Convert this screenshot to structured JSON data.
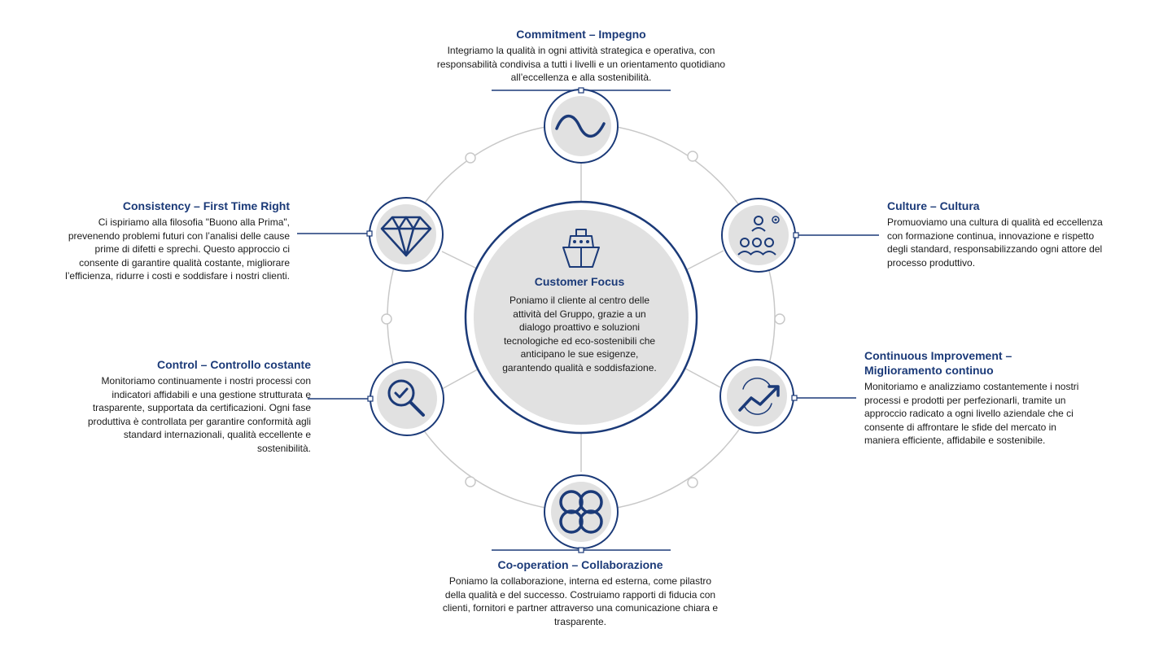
{
  "colors": {
    "navy": "#1b3a78",
    "ring": "#c8c8c8",
    "icon_bg": "#e1e1e1",
    "text": "#1a1a1a"
  },
  "center": {
    "icon": "ship-icon",
    "title": "Customer Focus",
    "desc": "Poniamo il cliente al centro delle attività del Gruppo, grazie a un dialogo proattivo e soluzioni tecnologiche ed eco-sostenibili che anticipano le sue esigenze, garantendo qualità e soddisfazione."
  },
  "nodes": {
    "commitment": {
      "icon": "wave-icon",
      "title": "Commitment – Impegno",
      "desc": "Integriamo la qualità in ogni attività strategica e operativa, con responsabilità condivisa a tutti i livelli e un orientamento quotidiano all’eccellenza e alla sostenibilità."
    },
    "culture": {
      "icon": "team-icon",
      "title": "Culture – Cultura",
      "desc": "Promuoviamo una cultura di qualità ed eccellenza con formazione continua, innovazione e rispetto degli standard, responsabilizzando ogni attore del processo produttivo."
    },
    "improvement": {
      "icon": "growth-arrow-icon",
      "title": "Continuous Improvement – Miglioramento continuo",
      "desc": "Monitoriamo e analizziamo costantemente i nostri processi e prodotti per perfezionarli, tramite un approccio radicato a ogni livello aziendale che ci consente di affrontare le sfide del mercato in maniera efficiente, affidabile e sostenibile."
    },
    "cooperation": {
      "icon": "interlinked-circles-icon",
      "title": "Co-operation – Collaborazione",
      "desc": "Poniamo la collaborazione, interna ed esterna, come pilastro della qualità e del successo. Costruiamo rapporti di fiducia con clienti, fornitori e partner attraverso una comunicazione chiara e trasparente."
    },
    "control": {
      "icon": "magnifier-check-icon",
      "title": "Control – Controllo costante",
      "desc": "Monitoriamo continuamente i nostri processi con indicatori affidabili e una gestione strutturata e trasparente, supportata da certificazioni. Ogni fase produttiva è controllata per garantire conformità agli standard internazionali, qualità eccellente e sostenibilità."
    },
    "consistency": {
      "icon": "diamond-icon",
      "title": "Consistency – First Time Right",
      "desc": "Ci ispiriamo alla filosofia \"Buono alla Prima\", prevenendo problemi futuri con l’analisi delle cause prime di difetti e sprechi. Questo approccio ci consente di garantire qualità costante, migliorare l’efficienza, ridurre i costi e soddisfare i nostri clienti."
    }
  }
}
